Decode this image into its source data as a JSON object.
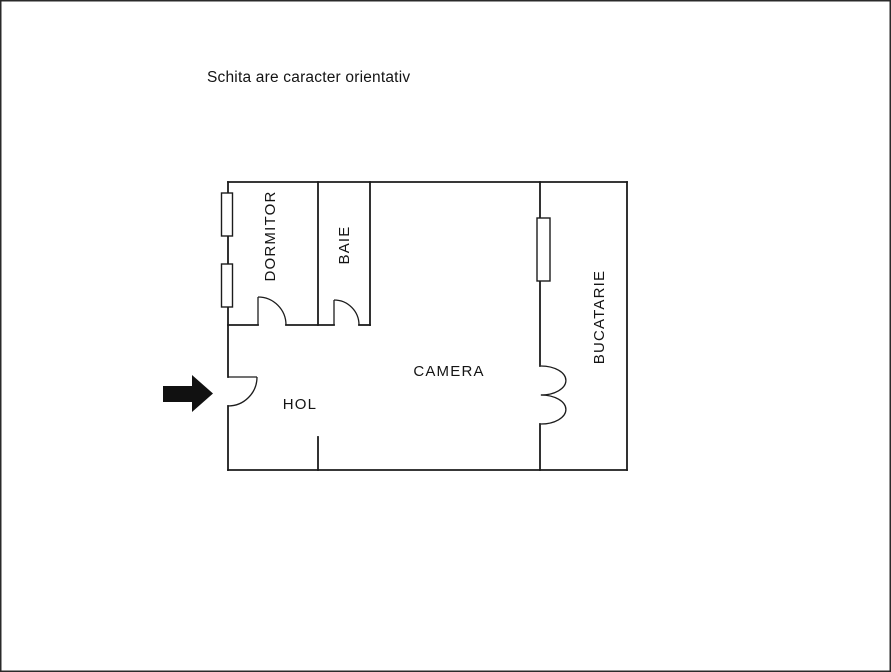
{
  "page": {
    "title": "Schita are caracter orientativ"
  },
  "floorplan": {
    "rooms": {
      "dormitor": "DORMITOR",
      "baie": "BAIE",
      "camera": "CAMERA",
      "hol": "HOL",
      "bucatarie": "BUCATARIE"
    }
  },
  "icons": {
    "entrance_arrow": "right-arrow"
  },
  "colors": {
    "line": "#1c1c1c",
    "arrow": "#111111",
    "background": "#ffffff"
  }
}
